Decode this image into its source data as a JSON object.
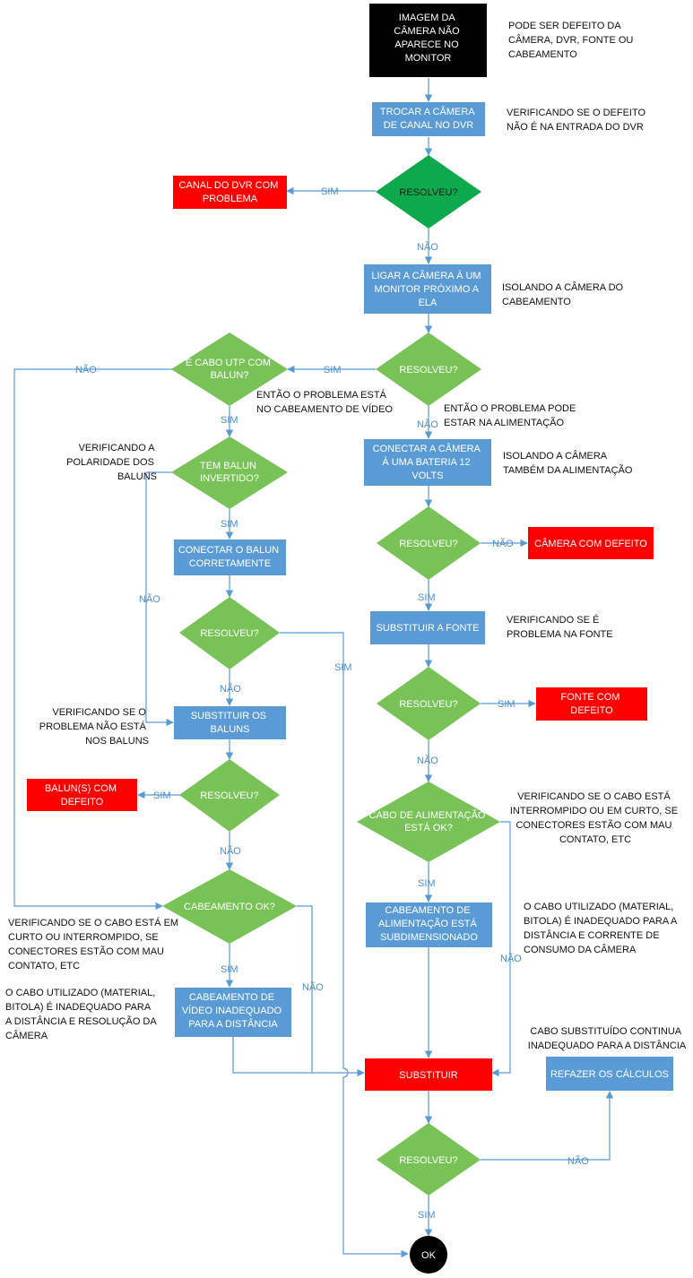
{
  "colors": {
    "process": "#5b9bd5",
    "decision_green": "#78c257",
    "decision_dark": "#0fa94d",
    "alert": "#ff0000",
    "start": "#000000",
    "connector": "#5b9bd5",
    "edge_label": "#4d8fd0"
  },
  "nodes": {
    "start": [
      "IMAGEM DA",
      "CÂMERA NÃO",
      "APARECE NO",
      "MONITOR"
    ],
    "trocar_canal": [
      "TROCAR A CÂMERA",
      "DE CANAL NO DVR"
    ],
    "d_resolveu_1": [
      "RESOLVEU?"
    ],
    "canal_dvr": [
      "CANAL DO DVR COM",
      "PROBLEMA"
    ],
    "ligar_monitor": [
      "LIGAR A CÂMERA À UM",
      "MONITOR PRÓXIMO A",
      "ELA"
    ],
    "d_resolveu_2": [
      "RESOLVEU?"
    ],
    "d_utp_balun": [
      "É CABO UTP COM",
      "BALUN?"
    ],
    "d_balun_invertido": [
      "TEM BALUN",
      "INVERTIDO?"
    ],
    "conectar_balun": [
      "CONECTAR O BALUN",
      "CORRETAMENTE"
    ],
    "d_resolveu_3": [
      "RESOLVEU?"
    ],
    "substituir_baluns": [
      "SUBSTITUIR OS",
      "BALUNS"
    ],
    "d_resolveu_4": [
      "RESOLVEU?"
    ],
    "baluns_defeito": [
      "BALUN(S) COM",
      "DEFEITO"
    ],
    "d_cabeamento_ok": [
      "CABEAMENTO OK?"
    ],
    "cabeamento_video": [
      "CABEAMENTO DE",
      "VÍDEO INADEQUADO",
      "PARA A DISTÂNCIA"
    ],
    "conectar_bateria": [
      "CONECTAR A CÂMERA",
      "À UMA BATERIA 12",
      "VOLTS"
    ],
    "d_resolveu_5": [
      "RESOLVEU?"
    ],
    "camera_defeito": [
      "CÂMERA COM DEFEITO"
    ],
    "substituir_fonte": [
      "SUBSTITUIR A FONTE"
    ],
    "d_resolveu_6": [
      "RESOLVEU?"
    ],
    "fonte_defeito": [
      "FONTE COM",
      "DEFEITO"
    ],
    "d_cabo_alimentacao": [
      "CABO DE ALIMENTAÇÃO",
      "ESTÁ OK?"
    ],
    "cabeamento_alim": [
      "CABEAMENTO DE",
      "ALIMENTAÇÃO ESTÁ",
      "SUBDIMENSIONADO"
    ],
    "substituir": [
      "SUBSTITUIR"
    ],
    "refazer_calculos": [
      "REFAZER OS CÁLCULOS"
    ],
    "d_resolveu_7": [
      "RESOLVEU?"
    ],
    "end_ok": [
      "OK"
    ]
  },
  "notes": {
    "n_start": [
      "PODE SER DEFEITO DA",
      "CÂMERA, DVR, FONTE OU",
      "CABEAMENTO"
    ],
    "n_dvr": [
      "VERIFICANDO SE O DEFEITO",
      "NÃO É NA ENTRADA DO DVR"
    ],
    "n_isolando_cab": [
      "ISOLANDO A CÂMERA DO",
      "CABEAMENTO"
    ],
    "n_cab_video": [
      "ENTÃO O PROBLEMA ESTÁ",
      "NO CABEAMENTO DE VÍDEO"
    ],
    "n_alimentacao": [
      "ENTÃO O PROBLEMA PODE",
      "ESTAR NA ALIMENTAÇÃO"
    ],
    "n_isolando_alim": [
      "ISOLANDO A CÂMERA",
      "TAMBÉM DA ALIMENTAÇÃO"
    ],
    "n_polaridade": [
      "VERIFICANDO A",
      "POLARIDADE DOS",
      "BALUNS"
    ],
    "n_fonte": [
      "VERIFICANDO SE É",
      "PROBLEMA NA FONTE"
    ],
    "n_baluns": [
      "VERIFICANDO SE O",
      "PROBLEMA NÃO ESTÁ",
      "NOS BALUNS"
    ],
    "n_cabo_alim": [
      "VERIFICANDO SE O CABO ESTÁ",
      "INTERROMPIDO OU EM CURTO, SE",
      "CONECTORES ESTÃO COM MAU",
      "CONTATO, ETC"
    ],
    "n_cabo_video": [
      "VERIFICANDO SE O CABO ESTÁ EM",
      "CURTO OU  INTERROMPIDO, SE",
      "CONECTORES ESTÃO COM MAU",
      "CONTATO, ETC"
    ],
    "n_cabo_alim_inadequado": [
      "O CABO UTILIZADO (MATERIAL,",
      "BITOLA) É INADEQUADO PARA A",
      "DISTÂNCIA E CORRENTE DE",
      "CONSUMO DA CÂMERA"
    ],
    "n_cabo_video_inadequado": [
      "O CABO UTILIZADO (MATERIAL,",
      "BITOLA) É INADEQUADO PARA",
      "A DISTÂNCIA E RESOLUÇÃO DA",
      "CÂMERA"
    ],
    "n_substituido": [
      "CABO SUBSTITUÍDO CONTINUA",
      "INADEQUADO PARA A DISTÂNCIA"
    ]
  },
  "edge_labels": {
    "yes": "SIM",
    "no": "NÃO"
  }
}
